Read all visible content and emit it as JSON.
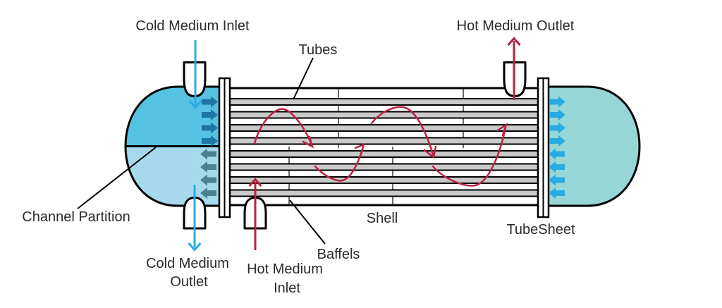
{
  "labels": {
    "cold_medium_inlet": "Cold Medium Inlet",
    "tubes": "Tubes",
    "hot_medium_outlet": "Hot Medium Outlet",
    "channel_partition": "Channel Partition",
    "cold_medium_outlet_line1": "Cold Medium",
    "cold_medium_outlet_line2": "Outlet",
    "hot_medium_inlet_line1": "Hot Medium",
    "hot_medium_inlet_line2": "Inlet",
    "baffels": "Baffels",
    "shell": "Shell",
    "tubesheet": "TubeSheet"
  },
  "colors": {
    "channel_top": "#56C2E1",
    "channel_bottom": "#A6D9EC",
    "rear_head": "#96D6D7",
    "cold_arrow": "#29ABE2",
    "cold_pass1_arrow": "#1E76A8",
    "cold_pass2_arrow": "#4A8290",
    "hot_arrow": "#B82342",
    "tube_fill": "#C9C9C9",
    "baffle_line": "#444444",
    "outline": "#000000",
    "label_text": "#2B2B2B"
  }
}
